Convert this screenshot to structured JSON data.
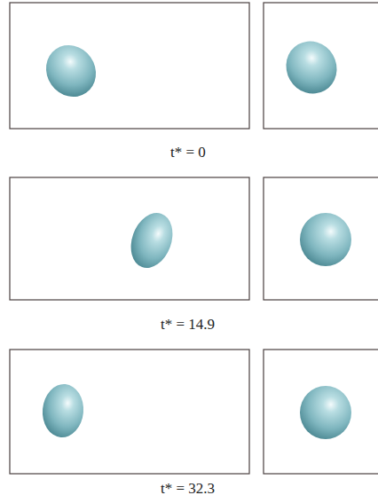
{
  "diagram": {
    "labels": [
      "t* = 0",
      "t* = 14.9",
      "t* = 32.3"
    ]
  }
}
